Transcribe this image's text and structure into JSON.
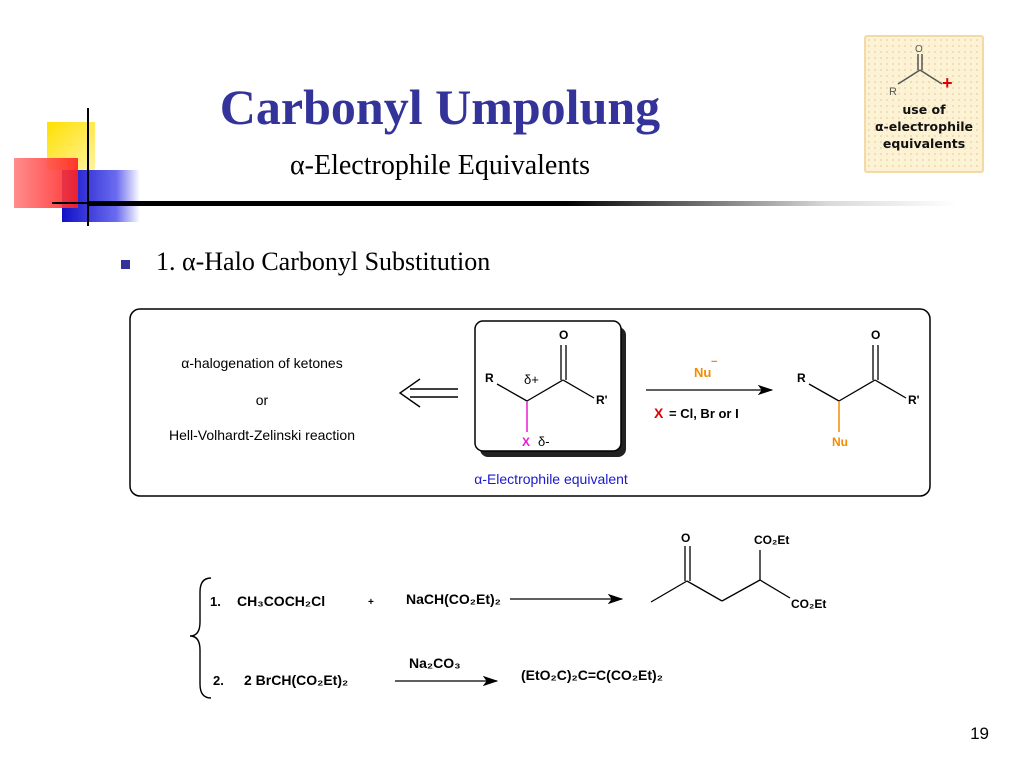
{
  "slide": {
    "title": "Carbonyl Umpolung",
    "subtitle": "α-Electrophile Equivalents",
    "bullet": "1. α-Halo Carbonyl Substitution",
    "page_number": "19"
  },
  "badge": {
    "r_label": "R",
    "o_label": "O",
    "plus": "+",
    "text_lines": [
      "use of",
      "α-electrophile",
      "equivalents"
    ]
  },
  "scheme_box": {
    "method_1": "α-halogenation of ketones",
    "or": "or",
    "method_2": "Hell-Volhardt-Zelinski reaction",
    "caption": "α-Electrophile equivalent",
    "reactant": {
      "o": "O",
      "r": "R",
      "r_prime": "R'",
      "delta_plus": "δ+",
      "x": "X",
      "delta_minus": "δ-"
    },
    "reagent": {
      "nu": "Nu",
      "minus": "−",
      "x": "X",
      "condition": "= Cl, Br or I"
    },
    "product": {
      "o": "O",
      "r": "R",
      "r_prime": "R'",
      "nu": "Nu"
    }
  },
  "reactions": {
    "r1_number": "1.",
    "r1_reactant": "CH₃COCH₂Cl",
    "r1_plus": "+",
    "r1_reagent": "NaCH(CO₂Et)₂",
    "r1_product": {
      "o": "O",
      "top": "CO₂Et",
      "bottom": "CO₂Et"
    },
    "r2_number": "2.",
    "r2_reactant": "2  BrCH(CO₂Et)₂",
    "r2_reagent": "Na₂CO₃",
    "r2_product": "(EtO₂C)₂C=C(CO₂Et)₂"
  },
  "colors": {
    "title": "#333399",
    "accent_orange": "#f28c00",
    "halogen_magenta": "#e81bd0",
    "x_red": "#e00000",
    "caption_blue": "#1a1acc",
    "badge_plus_red": "#e00000"
  }
}
